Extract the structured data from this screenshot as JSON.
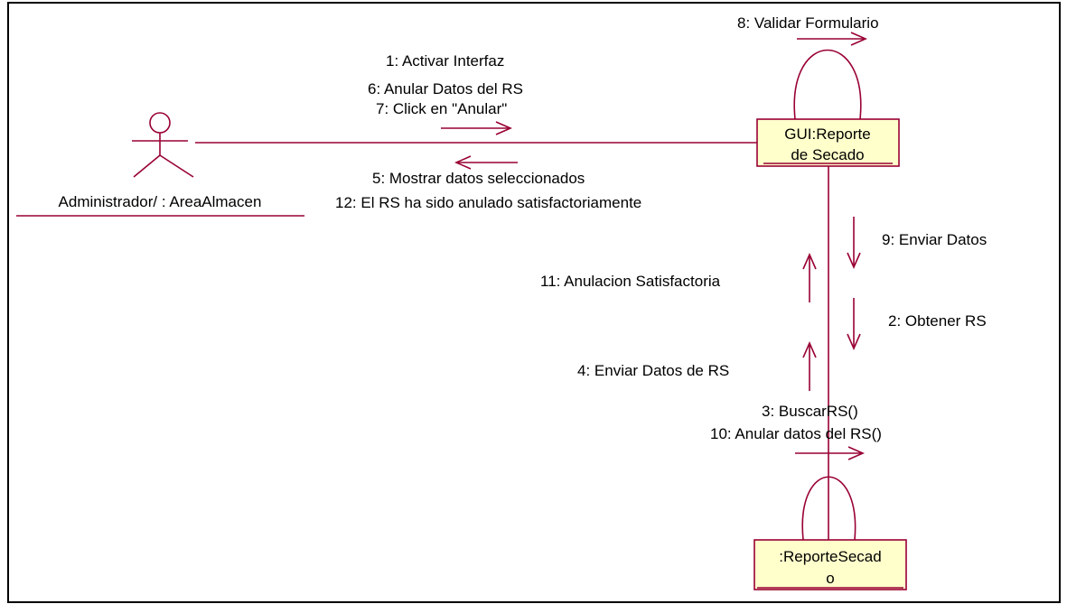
{
  "diagram": {
    "colors": {
      "line": "#990033",
      "object_fill": "#ffffcc",
      "border": "#000000",
      "text": "#000000"
    },
    "actor": {
      "label": "Administrador/ : AreaAlmacen",
      "icon": "stick-figure-actor-icon"
    },
    "objects": {
      "gui": {
        "line1": "GUI:Reporte",
        "line2": "de Secado"
      },
      "entity": {
        "line1": ":ReporteSecad",
        "line2": "o"
      }
    },
    "messages": {
      "m1": "1: Activar Interfaz",
      "m2": "2: Obtener RS",
      "m3": "3: BuscarRS()",
      "m4": "4: Enviar Datos de RS",
      "m5": "5: Mostrar datos seleccionados",
      "m6": "6: Anular Datos del RS",
      "m7": "7: Click en \"Anular\"",
      "m8": "8: Validar Formulario",
      "m9": "9: Enviar Datos",
      "m10": "10: Anular datos del RS()",
      "m11": "11: Anulacion Satisfactoria",
      "m12": "12: El RS ha sido anulado satisfactoriamente"
    }
  }
}
